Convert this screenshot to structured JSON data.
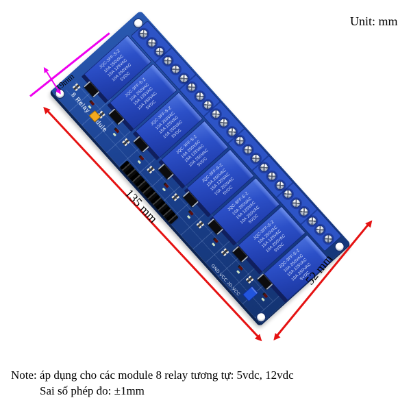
{
  "unit_label": "Unit: mm",
  "dimensions": {
    "length": "135 mm",
    "width": "52 mm",
    "height": "19mm"
  },
  "note": {
    "line1": "Note: áp dụng cho các module 8 relay tương tự: 5vdc, 12vdc",
    "line2": "Sai số phép đo: ±1mm"
  },
  "board": {
    "silkscreen_title": "8 Relay Module",
    "jumper_label": "GND VCC JD-VCC",
    "relay_count": 8,
    "relay_label_lines": [
      "5VDC",
      "10A 250VAC",
      "15A 125VAC",
      "10A 250VAC",
      "JQC-3FF-S-Z"
    ],
    "terminal_screws_visible": 24,
    "channel_count": 8,
    "pin_header_pins": 10
  },
  "colors": {
    "pcb_blue": "#1b4190",
    "relay_blue": "#2342b4",
    "terminal_blue": "#2d54c6",
    "dimension_red": "#e51212",
    "reference_magenta": "#ee00ee",
    "yellow_component": "#f2a91f"
  }
}
